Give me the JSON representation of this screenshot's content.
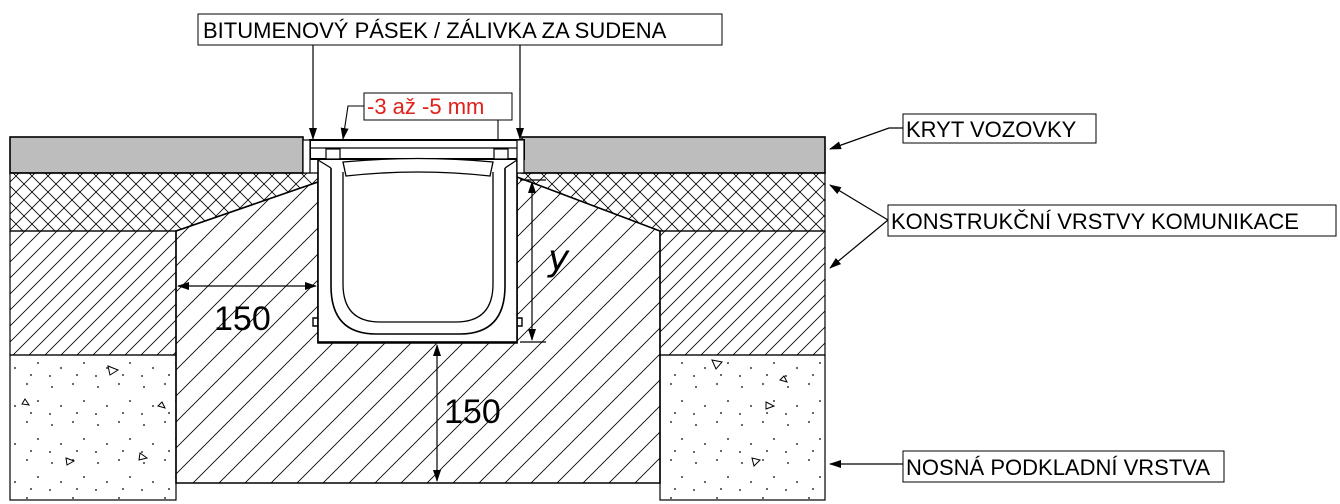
{
  "labels": {
    "top": "BITUMENOVÝ PÁSEK / ZÁLIVKA ZA SUDENA",
    "tolerance": "-3 až -5 mm",
    "surface": "KRYT VOZOVKY",
    "layers": "KONSTRUKČNÍ VRSTVY KOMUNIKACE",
    "base": "NOSNÁ PODKLADNÍ VRSTVA"
  },
  "dimensions": {
    "side": "150",
    "bottom": "150",
    "depth": "y"
  },
  "colors": {
    "asphalt": "#bdbdbd",
    "line": "#000000",
    "tolerance": "#e0201b"
  }
}
